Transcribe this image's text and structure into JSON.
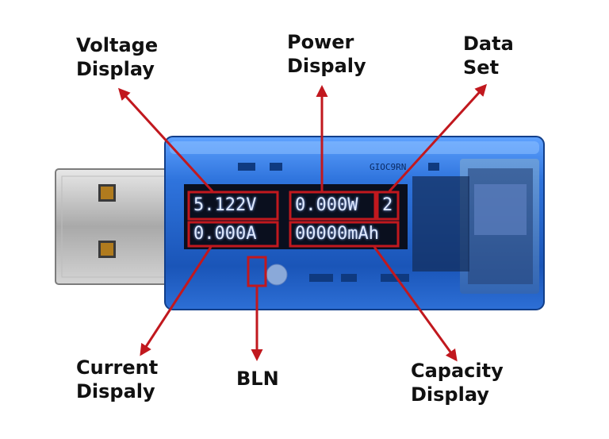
{
  "device": {
    "pcb_marking": "GIOC9RN",
    "readings": {
      "voltage": "5.122V",
      "power": "0.000W",
      "data_set": "2",
      "current": "0.000A",
      "capacity": "00000mAh"
    }
  },
  "callouts": {
    "voltage": [
      "Voltage",
      "Display"
    ],
    "power": [
      "Power",
      "Dispaly"
    ],
    "data_set": [
      "Data",
      "Set"
    ],
    "current": [
      "Current",
      "Dispaly"
    ],
    "bln": [
      "BLN"
    ],
    "capacity": [
      "Capacity",
      "Display"
    ]
  },
  "colors": {
    "arrow": "#c1181e",
    "highlight_box": "#c1181e",
    "device_shell": "#1f63c9",
    "screen": "#0a0f1e",
    "text": "#111111"
  }
}
